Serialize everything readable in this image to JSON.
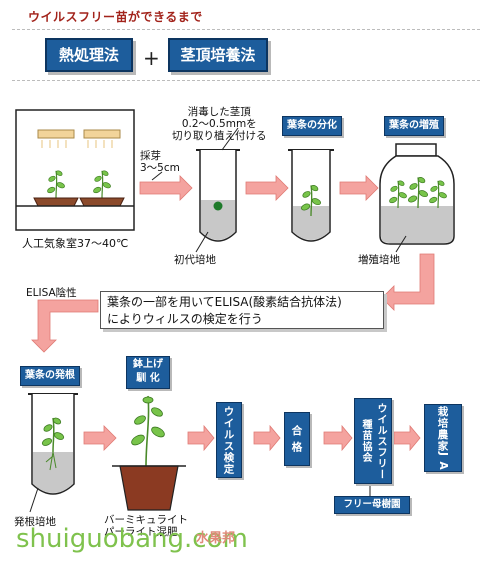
{
  "title": "ウイルスフリー苗ができるまで",
  "methods": {
    "heat": "熱処理法",
    "plus": "+",
    "meristem": "茎頂培養法"
  },
  "chamber": {
    "label": "人工気象室37～40℃"
  },
  "steps": {
    "sampling": "採芽\n3～5cm",
    "transplant": "消毒した茎頂\n0.2～0.5mmを\n切り取り植え付ける",
    "initial_medium": "初代培地",
    "differentiation": "葉条の分化",
    "proliferation": "葉条の増殖",
    "proliferation_medium": "増殖培地",
    "elisa_negative": "ELISA陰性",
    "elisa_note": "葉条の一部を用いてELISA(酸素結合抗体法)\nによりウィルスの検定を行う",
    "rooting": "葉条の発根",
    "rooting_medium": "発根培地",
    "potting": "鉢上げ\n馴 化",
    "potting_soil": "バーミキュライト\nパーライト混肥",
    "virus_test": "ウイルス検定",
    "pass": "合 格",
    "association": "ウイルスフリー\n種苗協会",
    "mother_field": "フリー母樹園",
    "farmers": "栽培農家",
    "ja": "J A"
  },
  "watermark": {
    "text": "shuiguobang.com",
    "logo": "水果邦"
  },
  "colors": {
    "blue": "#1d5d9c",
    "arrow": "#f4a39f",
    "medium": "#c8c8c8",
    "leaf": "#78c44a",
    "title": "#a2231b"
  }
}
